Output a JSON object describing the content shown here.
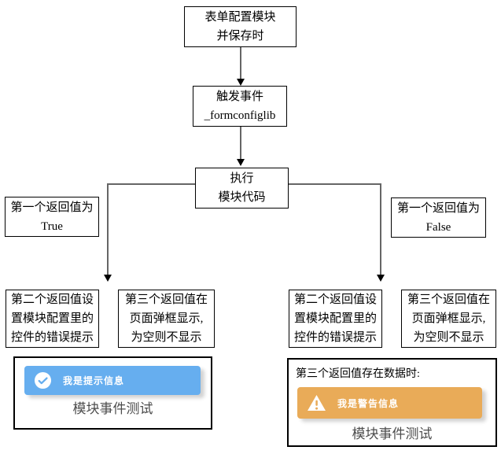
{
  "flow": {
    "box_form_save": {
      "line1": "表单配置模块",
      "line2": "并保存时"
    },
    "box_trigger": {
      "line1": "触发事件",
      "line2": "_formconfiglib"
    },
    "box_exec": {
      "line1": "执行",
      "line2": "模块代码"
    },
    "label_true": {
      "line1": "第一个返回值为",
      "line2": "True"
    },
    "label_false": {
      "line1": "第一个返回值为",
      "line2": "False"
    },
    "second_return_box": {
      "line1": "第二个返回值设",
      "line2": "置模块配置里的",
      "line3": "控件的错误提示"
    },
    "third_return_box": {
      "line1": "第三个返回值在",
      "line2": "页面弹框显示,",
      "line3": "为空则不显示"
    }
  },
  "panels": {
    "left": {
      "toast": {
        "icon": "check-circle-icon",
        "text": "我是提示信息"
      },
      "caption": "模块事件测试"
    },
    "right": {
      "heading": "第三个返回值存在数据时:",
      "toast": {
        "icon": "warning-triangle-icon",
        "text": "我是警告信息"
      },
      "caption": "模块事件测试"
    }
  },
  "colors": {
    "info_toast": "#66aeef",
    "warning_toast": "#e9ab58",
    "caption_text": "#4c4c4c",
    "connector_line": "#666666",
    "box_border": "#000000"
  }
}
